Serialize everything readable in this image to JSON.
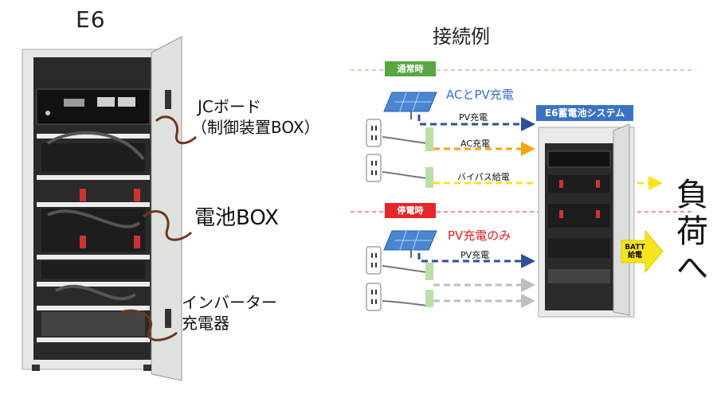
{
  "left": {
    "title": "E6",
    "callouts": {
      "jc_board_line1": "JCボード",
      "jc_board_line2": "（制御装置BOX）",
      "battery_box": "電池BOX",
      "inverter_line1": "インバーター",
      "inverter_line2": "充電器"
    }
  },
  "right": {
    "title": "接続例",
    "normal": {
      "badge": "通常時",
      "heading": "ACとPV充電",
      "lines": [
        "PV充電",
        "AC充電",
        "バイパス給電"
      ]
    },
    "outage": {
      "badge": "停電時",
      "heading": "PV充電のみ",
      "lines": [
        "PV充電"
      ]
    },
    "system_label": "E6蓄電池システム",
    "load_label": "負荷へ",
    "load_chars": [
      "負",
      "荷",
      "へ"
    ],
    "batt_line1": "BATT",
    "batt_line2": "給電"
  },
  "colors": {
    "green_badge": "#5aa642",
    "red_badge": "#e8252a",
    "blue_arrow": "#2f4f96",
    "orange_arrow": "#f2a516",
    "yellow_arrow": "#f6e51a",
    "gray_arrow": "#bfbfbf",
    "heading_blue": "#3a6fc2",
    "system_box": "#3a73c4"
  }
}
